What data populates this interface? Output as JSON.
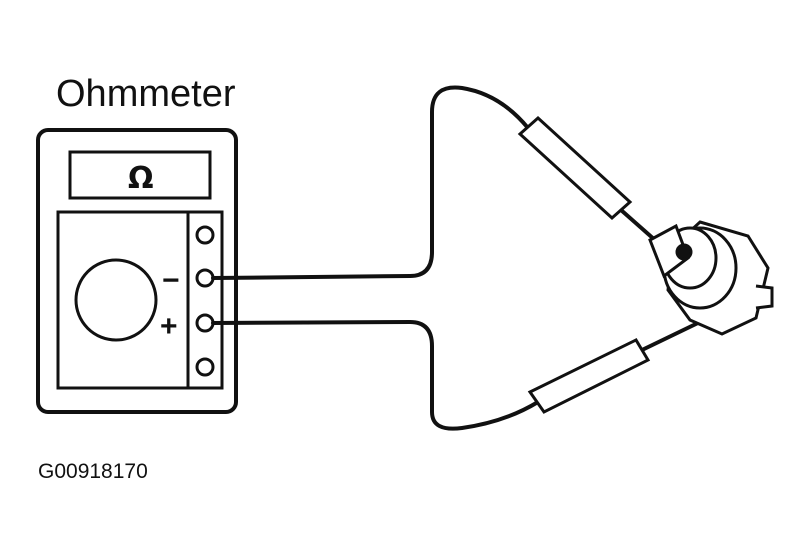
{
  "diagram": {
    "title": "Ohmmeter",
    "figure_code": "G00918170",
    "display_unit_symbol": "Ω",
    "terminal_labels": {
      "negative": "−",
      "positive": "+"
    },
    "colors": {
      "ink": "#111111",
      "background": "#ffffff"
    }
  }
}
